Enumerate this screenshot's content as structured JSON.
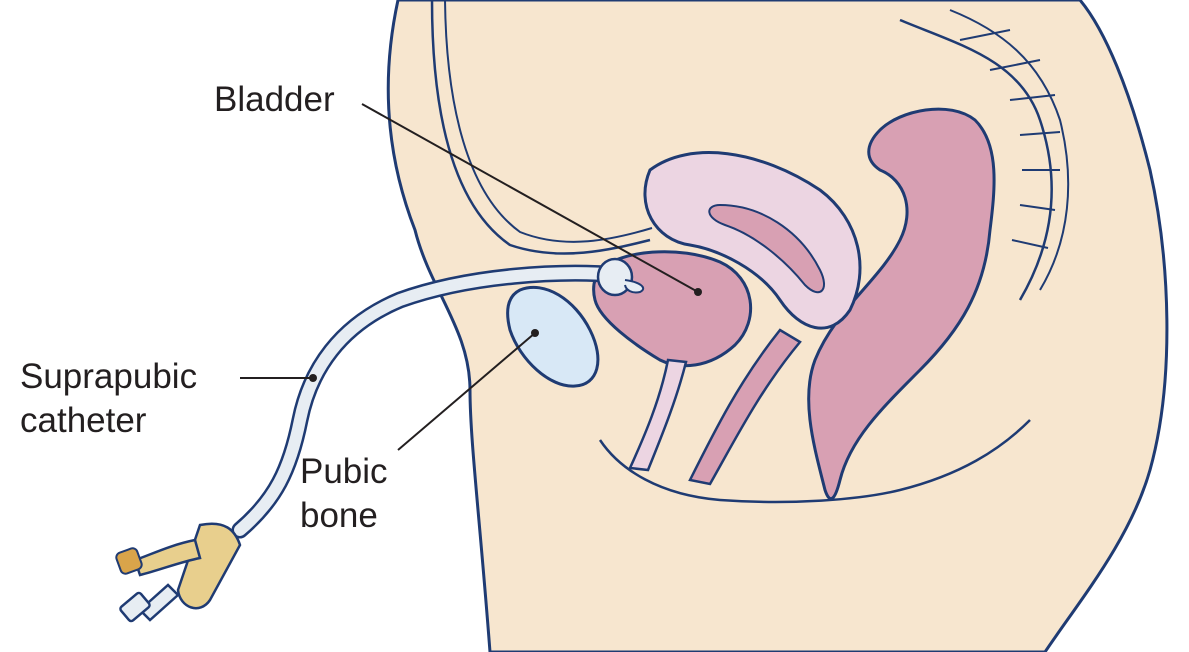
{
  "labels": {
    "bladder": "Bladder",
    "catheter_line1": "Suprapubic",
    "catheter_line2": "catheter",
    "bone_line1": "Pubic",
    "bone_line2": "bone"
  },
  "colors": {
    "skin": "#f7e6cf",
    "outline": "#1f3b73",
    "organ_pink": "#d8a0b3",
    "organ_light": "#ecd5e2",
    "bone": "#d8e8f6",
    "catheter_tube": "#e7edf3",
    "catheter_connector": "#e8cf8d",
    "text": "#231f20"
  }
}
